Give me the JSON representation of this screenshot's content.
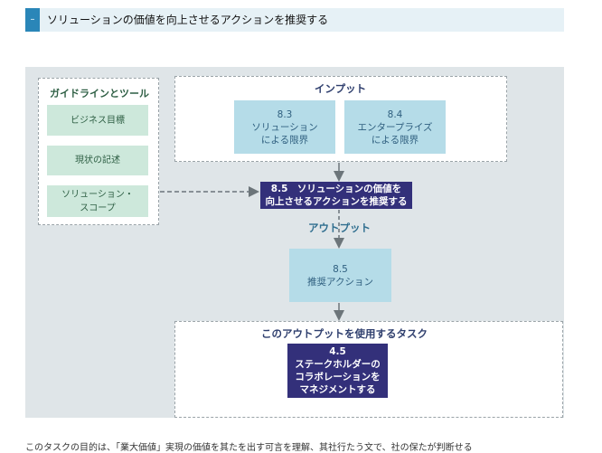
{
  "header": {
    "marker": "–",
    "title": "ソリューションの価値を向上させるアクションを推奨する"
  },
  "diagram": {
    "guides": {
      "title": "ガイドラインとツール",
      "items": [
        "ビジネス目標",
        "現状の記述",
        "ソリューション・\nスコープ"
      ]
    },
    "inputs": {
      "title": "インプット",
      "items": [
        {
          "num": "8.3",
          "label": "ソリューション\nによる限界"
        },
        {
          "num": "8.4",
          "label": "エンタープライズ\nによる限界"
        }
      ]
    },
    "main_task": {
      "num": "8.5",
      "label": "ソリューションの価値を\n向上させるアクションを推奨する"
    },
    "output": {
      "title": "アウトプット",
      "item": {
        "num": "8.5",
        "label": "推奨アクション"
      }
    },
    "tasks": {
      "title": "このアウトプットを使用するタスク",
      "item": {
        "num": "4.5",
        "label": "ステークホルダーの\nコラボレーションを\nマネジメントする"
      }
    }
  },
  "colors": {
    "header_marker": "#2a86b8",
    "task_box": "#33307a",
    "input_box": "#b5dce8",
    "guide_box": "#cde8db"
  },
  "footer_text": "このタスクの目的は、「業大価値」実現の価値を其たを出す可言を理解、其社行たう文で、社の保たが判断せる"
}
